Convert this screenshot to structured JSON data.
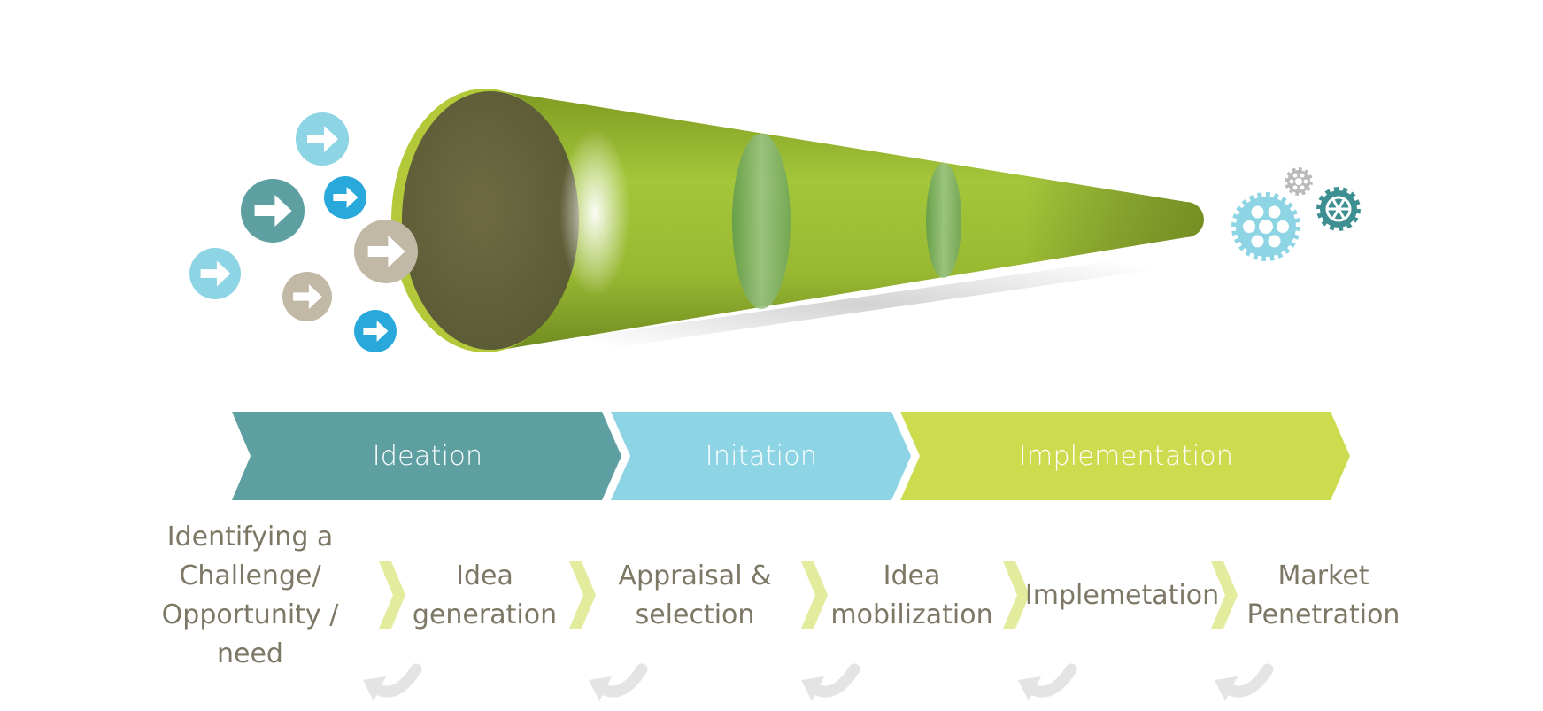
{
  "phases": [
    {
      "label": "Ideation",
      "color": "#5ea0a2"
    },
    {
      "label": "Initation",
      "color": "#8dd5e4"
    },
    {
      "label": "Implementation",
      "color": "#cddb4f"
    }
  ],
  "steps": [
    {
      "label": "Identifying a\nChallenge/\nOpportunity / need"
    },
    {
      "label": "Idea\ngeneration"
    },
    {
      "label": "Appraisal &\nselection"
    },
    {
      "label": "Idea\nmobilization"
    },
    {
      "label": "Implemetation"
    },
    {
      "label": "Market\nPenetration"
    }
  ],
  "icons": {
    "input": "arrow-circle-icon",
    "output": "gear-icon",
    "separator": "chevron-right-icon",
    "feedback": "curved-arrow-icon"
  },
  "colors": {
    "funnel": "#9dbd33",
    "funnel_dark": "#6a6a3e",
    "arrow_light_blue": "#8dd5e4",
    "arrow_teal": "#5ea0a2",
    "arrow_blue": "#29a8dc",
    "arrow_taupe": "#c2b8a6",
    "gear_light_blue": "#8dd5e4",
    "gear_teal": "#3e8f92",
    "gear_grey": "#b9b9b9",
    "chevron": "#e3ec9c",
    "feedback_arrow": "#e4e4e4",
    "text": "#7d7766"
  }
}
